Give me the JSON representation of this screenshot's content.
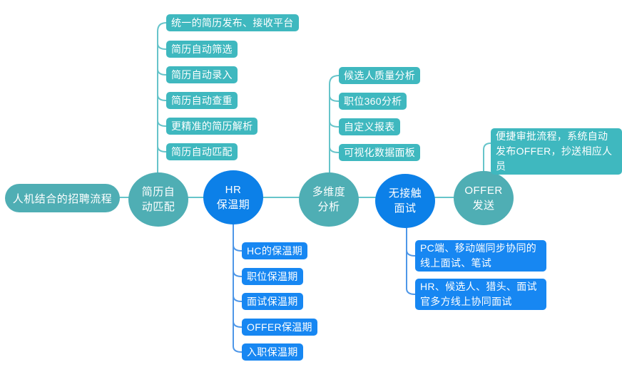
{
  "palette": {
    "teal_node": "#4faeb4",
    "teal_label": "#3fb8bf",
    "teal_line": "#66c4ca",
    "blue_node": "#0c80e8",
    "blue_label": "#1787f2",
    "blue_line": "#4e97e8",
    "text": "#ffffff",
    "background": "#ffffff"
  },
  "root": {
    "label": "人机结合的招聘流程"
  },
  "stages": [
    {
      "id": "resume-match",
      "label": "简历自\n动匹配",
      "color": "teal"
    },
    {
      "id": "hr-warmup",
      "label": "HR\n保温期",
      "color": "blue"
    },
    {
      "id": "multi-analysis",
      "label": "多维度\n分析",
      "color": "teal"
    },
    {
      "id": "contactless-interview",
      "label": "无接触\n面试",
      "color": "blue"
    },
    {
      "id": "offer-send",
      "label": "OFFER\n发送",
      "color": "teal"
    }
  ],
  "branches": {
    "resume_items": [
      "统一的简历发布、接收平台",
      "简历自动筛选",
      "简历自动录入",
      "简历自动查重",
      "更精准的简历解析",
      "简历自动匹配"
    ],
    "analysis_items": [
      "候选人质量分析",
      "职位360分析",
      "自定义报表",
      "可视化数据面板"
    ],
    "offer_items": [
      "便捷审批流程，系统自动发布OFFER，抄送相应人员"
    ],
    "hr_items": [
      "HC的保温期",
      "职位保温期",
      "面试保温期",
      "OFFER保温期",
      "入职保温期"
    ],
    "interview_items": [
      "PC端、移动端同步协同的线上面试、笔试",
      "HR、候选人、猎头、面试官多方线上协同面试"
    ]
  }
}
